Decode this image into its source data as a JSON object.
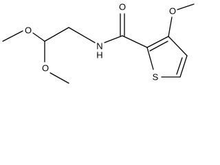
{
  "molecule": {
    "atoms": {
      "carbonyl_oxygen": "O",
      "amide_nitrogen": "N",
      "thiophene_sulfur": "S",
      "ring_methoxy_oxygen": "O",
      "acetal_oxygen_upper": "O",
      "acetal_oxygen_lower": "O"
    },
    "amide_nitrogen_hydrogen": "H"
  }
}
